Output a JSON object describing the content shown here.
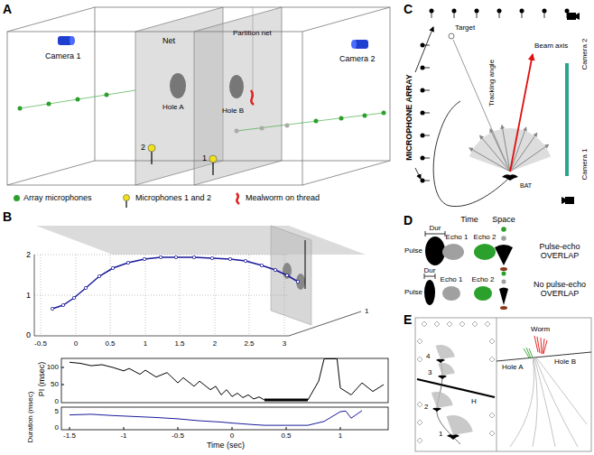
{
  "diagram": {
    "labels": [
      "A",
      "Camera 1",
      "Net",
      "Partition net",
      "Hole A",
      "Hole B",
      "Camera 2",
      "2",
      "1",
      "B",
      "2",
      "1",
      "0",
      "-0.5",
      "0",
      "0.5",
      "1",
      "1.5",
      "2",
      "2.5",
      "3",
      "1",
      "PI (msec)",
      "100",
      "50",
      "0",
      "Duration (msec)",
      "5",
      "0",
      "-1.5",
      "-1",
      "-0.5",
      "0",
      "0.5",
      "1",
      "Time (sec)",
      "C",
      "MICROPHONE ARRAY",
      "Target",
      "Tracking angle",
      "Beam axis",
      "BAT",
      "Camera 2",
      "Camera 1",
      "D",
      "Time",
      "Space",
      "Dur",
      "Pulse",
      "Echo 1",
      "Echo 2",
      "Pulse-echo OVERLAP",
      "Dur",
      "Pulse",
      "Echo 1",
      "Echo 2",
      "No pulse-echo OVERLAP",
      "E",
      "4",
      "3",
      "2",
      "1",
      "H",
      "Worm",
      "Hole A",
      "Hole B"
    ],
    "legend": [
      {
        "text": "Array microphones",
        "color": "#2ca02c"
      },
      {
        "text": "Microphones 1 and 2"
      },
      {
        "text": "Mealworm on thread"
      }
    ]
  }
}
